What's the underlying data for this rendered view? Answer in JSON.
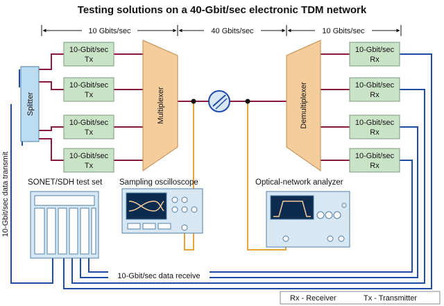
{
  "title": "Testing solutions on a 40-Gbit/sec electronic TDM network",
  "rates": {
    "left": "10 Gbits/sec",
    "middle": "40 Gbits/sec",
    "right": "10 Gbits/sec"
  },
  "splitter": "Splitter",
  "multiplexer": "Multiplexer",
  "demultiplexer": "Demultiplexer",
  "tx_line1": "10-Gbit/sec",
  "tx_line2": "Tx",
  "rx_line1": "10-Gbit/sec",
  "rx_line2": "Rx",
  "sonet_label": "SONET/SDH test set",
  "scope_label": "Sampling oscilloscope",
  "ona_label": "Optical-network analyzer",
  "data_transmit": "10-Gbit/sec data transmit",
  "data_receive": "10-Gbit/sec data receive",
  "legend": {
    "rx": "Rx - Receiver",
    "tx": "Tx - Transmitter"
  },
  "colors": {
    "tx_rx_box": "#c9e3c7",
    "splitter_box": "#bcdcf2",
    "mux": "#f5cc9c",
    "instrument": "#d7e8f4",
    "screen": "#0d2b4f",
    "red_line": "#8b1a3a",
    "blue_line": "#1f4aa8",
    "orange_line": "#e8a23a"
  }
}
